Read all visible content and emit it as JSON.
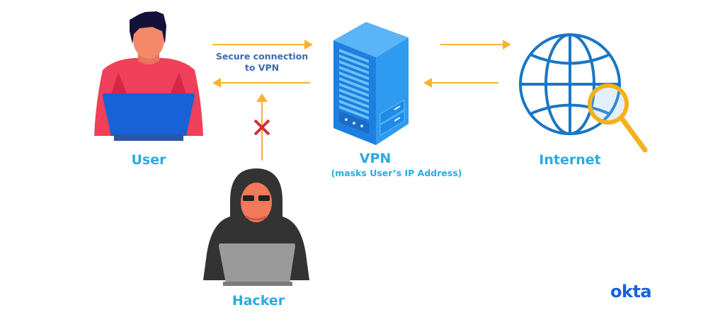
{
  "diagram": {
    "nodes": {
      "user": {
        "label": "User"
      },
      "vpn": {
        "label": "VPN",
        "sublabel": "(masks User’s IP Address)"
      },
      "internet": {
        "label": "Internet"
      },
      "hacker": {
        "label": "Hacker"
      }
    },
    "connections": {
      "user_vpn_note_line1": "Secure connection",
      "user_vpn_note_line2": "to VPN",
      "hacker_blocked_mark": "✕"
    },
    "brand": {
      "logo_text": "okta"
    },
    "colors": {
      "label_blue": "#29abe2",
      "note_blue": "#3c6ab4",
      "arrow_orange": "#f9b233",
      "block_red": "#c8323c",
      "server_blue": "#2e9bf0",
      "globe_blue": "#1b76c4",
      "magnifier_orange": "#f4b11b",
      "logo_blue": "#1662dd"
    }
  }
}
